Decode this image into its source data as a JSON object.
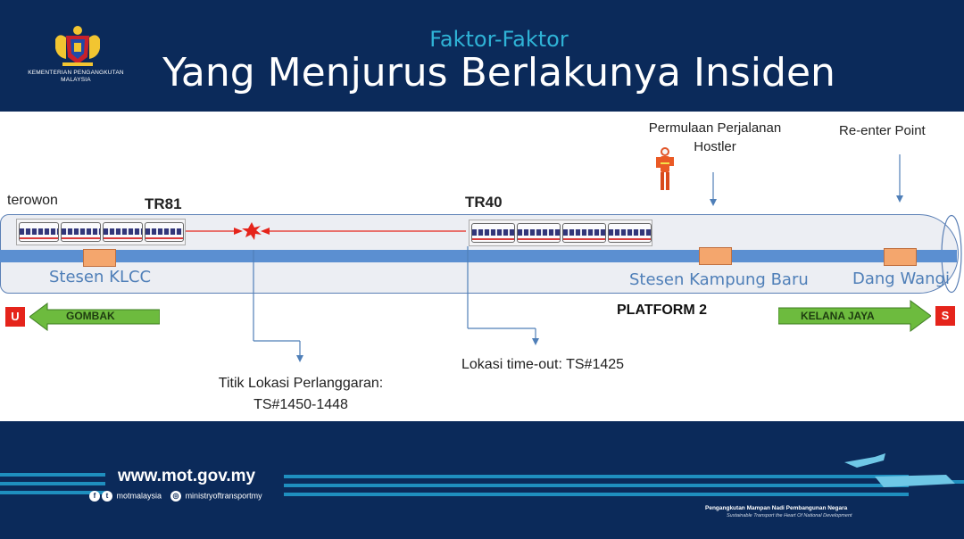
{
  "header": {
    "ministry": "KEMENTERIAN PENGANGKUTAN MALAYSIA",
    "subtitle": "Faktor-Faktor",
    "title": "Yang Menjurus Berlakunya Insiden"
  },
  "diagram": {
    "tunnel_label": "terowon\ng",
    "train_tr81": "TR81",
    "train_tr40": "TR40",
    "start_hostler": "Permulaan Perjalanan\nHostler",
    "reenter_point": "Re-enter Point",
    "station_klcc": "Stesen KLCC",
    "station_kampung_baru": "Stesen Kampung Baru",
    "station_dang_wangi": "Dang Wangi",
    "platform": "PLATFORM 2",
    "dir_left_letter": "U",
    "dir_left_label": "GOMBAK",
    "dir_right_letter": "S",
    "dir_right_label": "KELANA JAYA",
    "collision_point": "Titik Lokasi Perlanggaran:\nTS#1450-1448",
    "timeout_point": "Lokasi time-out: TS#1425",
    "colors": {
      "track": "#5b8fd1",
      "platform": "#f4a66d",
      "arrow_green": "#6dbb3e",
      "direction_red": "#e5241b",
      "alert_red": "#e5241b"
    }
  },
  "footer": {
    "url": "www.mot.gov.my",
    "social_fb_tw": "motmalaysia",
    "social_ig": "ministryoftransportmy",
    "tagline": "Pengangkutan Mampan Nadi Pembangunan Negara",
    "tagline_en": "Sustainable Transport the Heart Of National Development"
  }
}
